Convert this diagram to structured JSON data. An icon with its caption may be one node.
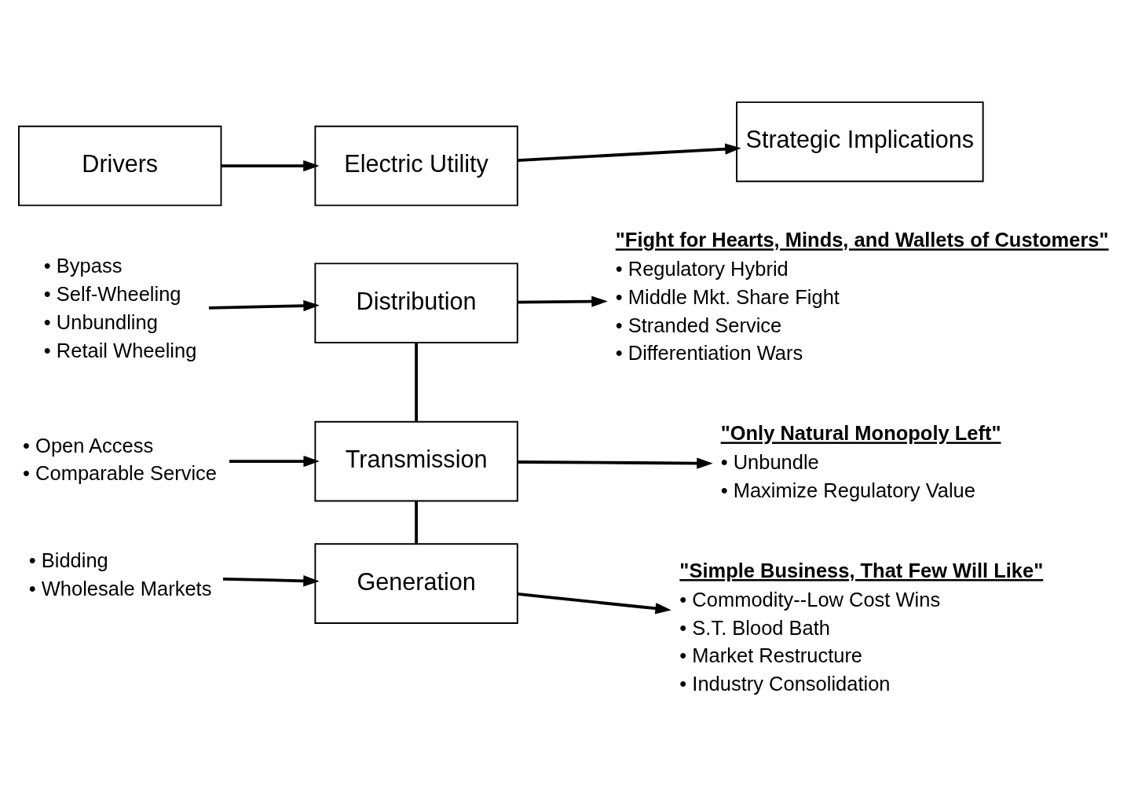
{
  "diagram": {
    "nodes": [
      {
        "text": [
          "Drivers"
        ]
      },
      {
        "text": [
          "Electric Utility"
        ]
      },
      {
        "text": [
          "Strategic Implications"
        ]
      },
      {
        "text": [
          "• Bypass",
          "• Self-Wheeling",
          "• Unbundling",
          "• Retail Wheeling"
        ]
      },
      {
        "text": [
          "Distribution"
        ]
      },
      {
        "text": [
          "\"Fight for Hearts, Minds, and Wallets of Customers\"",
          "• Regulatory Hybrid",
          "• Middle Mkt. Share Fight",
          "• Stranded Service",
          "• Differentiation Wars"
        ]
      },
      {
        "text": [
          "• Open Access",
          "• Comparable Service"
        ]
      },
      {
        "text": [
          "Transmission"
        ]
      },
      {
        "text": [
          "\"Only Natural Monopoly Left\"",
          "• Unbundle",
          "• Maximize Regulatory Value"
        ]
      },
      {
        "text": [
          "• Bidding",
          "• Wholesale Markets"
        ]
      },
      {
        "text": [
          "Generation"
        ]
      },
      {
        "text": [
          "\"Simple Business, That Few Will Like\"",
          "• Commodity--Low Cost Wins",
          "• S.T. Blood Bath",
          "• Market Restructure",
          "• Industry Consolidation"
        ]
      }
    ],
    "edges": [
      {
        "from": 0,
        "to": 1,
        "arrow": "to"
      },
      {
        "from": 1,
        "to": 2,
        "arrow": "to"
      },
      {
        "from": 3,
        "to": 4,
        "arrow": "to"
      },
      {
        "from": 4,
        "to": 5,
        "arrow": "to"
      },
      {
        "from": 4,
        "to": 7,
        "arrow": "none"
      },
      {
        "from": 6,
        "to": 7,
        "arrow": "to"
      },
      {
        "from": 7,
        "to": 8,
        "arrow": "to"
      },
      {
        "from": 7,
        "to": 10,
        "arrow": "none"
      },
      {
        "from": 9,
        "to": 10,
        "arrow": "to"
      },
      {
        "from": 10,
        "to": 11,
        "arrow": "to"
      }
    ]
  }
}
